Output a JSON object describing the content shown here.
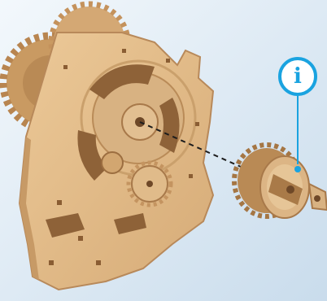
{
  "info_badge": {
    "glyph": "i",
    "color": "#1aa3e0"
  },
  "colors": {
    "background_light": "#ecf4fb",
    "background_blue": "#cfe0ef",
    "plywood": "#e1bd8e",
    "plywood_shadow": "#c2955f",
    "plywood_dark": "#9a6b3c",
    "assembly_line": "#1c1c1c"
  },
  "parts": [
    "gear-mechanism-assembly",
    "drum-part",
    "drive-shaft"
  ],
  "icons": [
    "info-icon"
  ]
}
